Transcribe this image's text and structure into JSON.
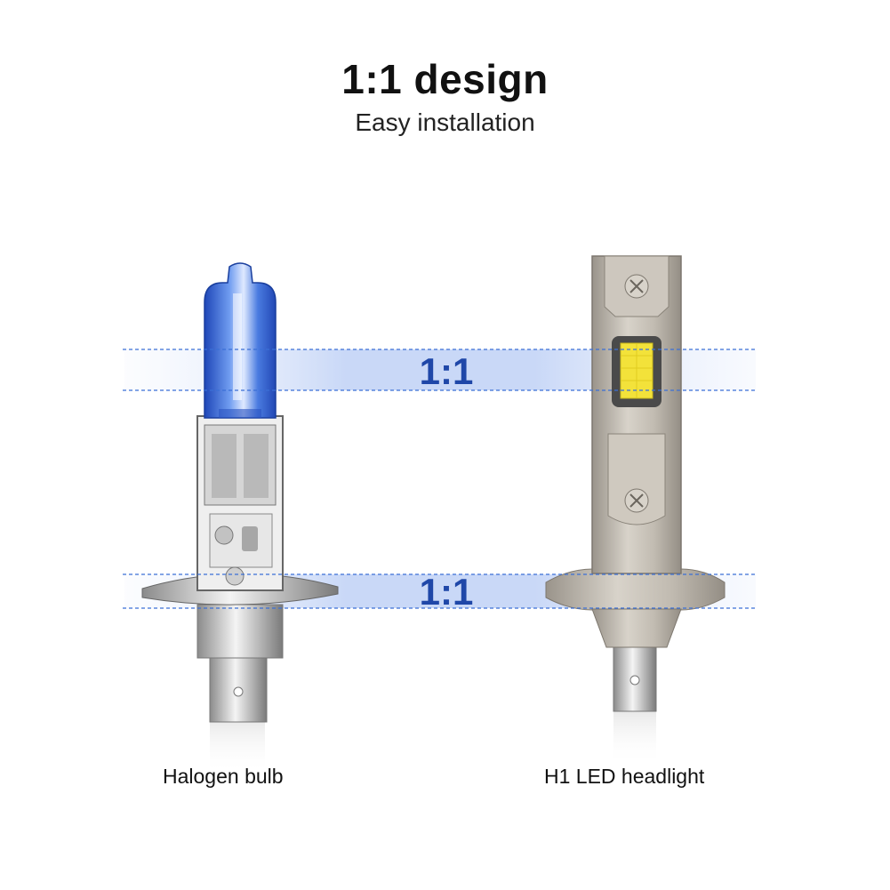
{
  "heading": {
    "title": "1:1 design",
    "subtitle": "Easy installation"
  },
  "comparison": {
    "top_ratio": "1:1",
    "bottom_ratio": "1:1",
    "left_label": "Halogen bulb",
    "right_label": "H1 LED headlight"
  },
  "colors": {
    "band": "#c9d8f7",
    "dash": "#3b6fd6",
    "ratio_text": "#1f47a8",
    "glass": "#3d6fe0",
    "metal": "#c8c2b8",
    "led": "#f3e23a"
  }
}
